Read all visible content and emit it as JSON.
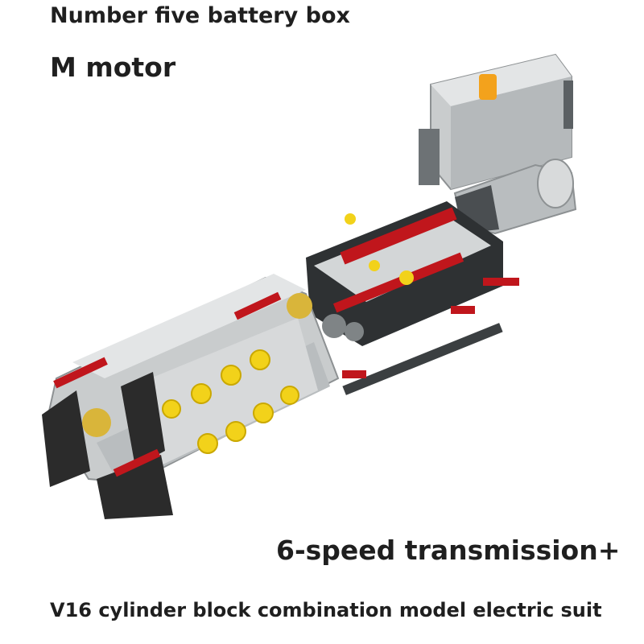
{
  "labels": {
    "battery_box": "Number five battery box",
    "motor": "M motor",
    "transmission": "6-speed transmission+",
    "suit": "V16 cylinder block combination model electric suit"
  },
  "colors": {
    "background": "#ffffff",
    "text": "#1f1f1f",
    "brick_light": "#c9cccd",
    "brick_dark": "#2b2b2b",
    "accent_red": "#c0161c",
    "accent_yellow": "#f2d21a",
    "accent_orange": "#f3a21c"
  }
}
